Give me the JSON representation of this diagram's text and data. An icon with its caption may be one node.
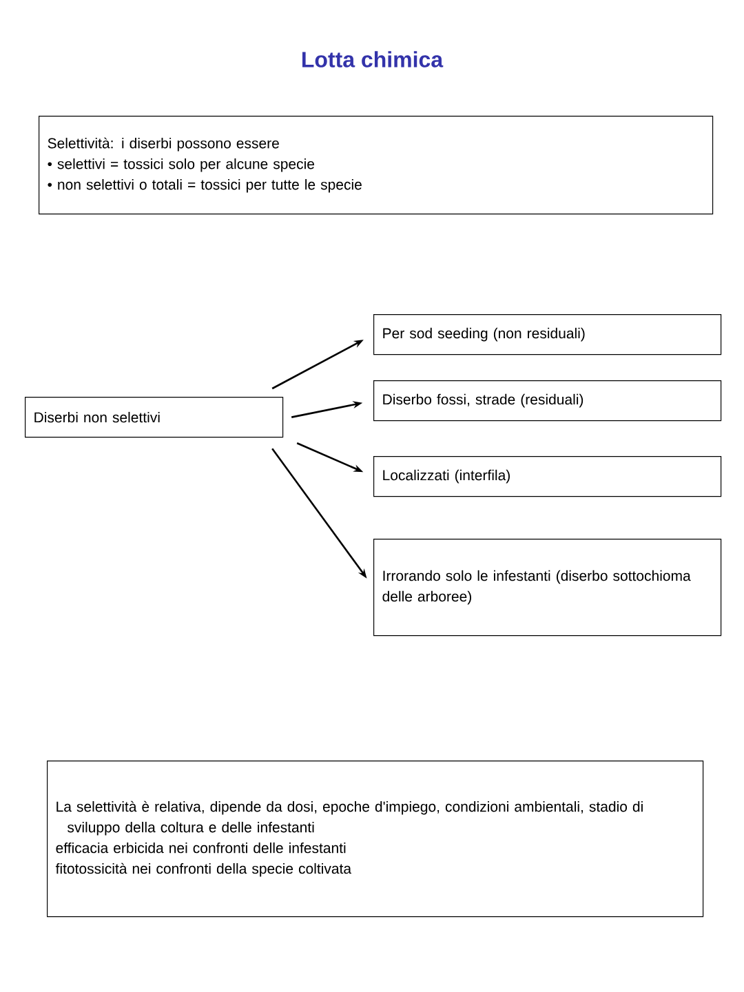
{
  "diagram": {
    "title": "Lotta chimica",
    "nodes": [
      {
        "text": [
          "Selettività: i diserbi possono essere",
          "• selettivi = tossici solo per alcune specie",
          "• non selettivi o totali = tossici per tutte le specie"
        ]
      },
      {
        "text": [
          "Diserbi non selettivi"
        ]
      },
      {
        "text": [
          "Per sod seeding (non residuali)"
        ]
      },
      {
        "text": [
          "Diserbo fossi, strade (residuali)"
        ]
      },
      {
        "text": [
          "Localizzati (interfila)"
        ]
      },
      {
        "text": [
          "Irrorando solo le infestanti (diserbo sottochioma delle arboree)"
        ]
      },
      {
        "text": [
          "La selettività è relativa, dipende da dosi, epoche d'impiego, condizioni ambientali, stadio di sviluppo della coltura e delle infestanti",
          "efficacia erbicida nei confronti delle infestanti",
          "fitotossicità nei confronti della specie coltivata"
        ]
      }
    ],
    "edges": [
      {
        "from": 1,
        "to": 2,
        "arrow": "to"
      },
      {
        "from": 1,
        "to": 3,
        "arrow": "to"
      },
      {
        "from": 1,
        "to": 4,
        "arrow": "to"
      },
      {
        "from": 1,
        "to": 5,
        "arrow": "to"
      }
    ]
  }
}
